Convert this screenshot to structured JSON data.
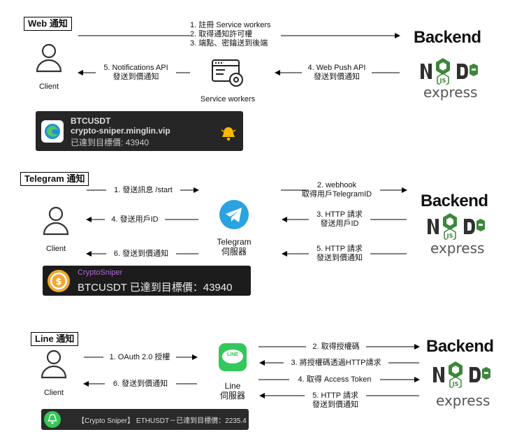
{
  "web": {
    "section_label": "Web 通知",
    "client_label": "Client",
    "step1": [
      "1. 註冊 Service workers",
      "2. 取得通知許可權",
      "3. 端點、密鑰送到後端"
    ],
    "step5": [
      "5. Notifications API",
      "發送到價通知"
    ],
    "step4": [
      "4. Web Push API",
      "發送到價通知"
    ],
    "service_workers_label": "Service workers",
    "backend_title": "Backend",
    "express_label": "express",
    "notification": {
      "title": "BTCUSDT",
      "origin": "crypto-sniper.minglin.vip",
      "message": "已達到目標價: 43940",
      "icon": "edge-browser-icon",
      "bell_icon": "bell-icon"
    }
  },
  "telegram": {
    "section_label": "Telegram 通知",
    "client_label": "Client",
    "step1": "1. 發送訊息 /start",
    "step4": "4. 發送用戶ID",
    "step6": "6. 發送到價通知",
    "step2": [
      "2. webhook",
      "取得用戶TelegramID"
    ],
    "step3": [
      "3. HTTP 請求",
      "發送用戶ID"
    ],
    "step5": [
      "5. HTTP 請求",
      "發送到價通知"
    ],
    "server_label": [
      "Telegram",
      "伺服器"
    ],
    "backend_title": "Backend",
    "express_label": "express",
    "notification": {
      "app_name": "CryptoSniper",
      "message": "BTCUSDT 已達到目標價：43940"
    }
  },
  "line": {
    "section_label": "Line 通知",
    "client_label": "Client",
    "step1": "1. OAuth 2.0 授權",
    "step6": "6. 發送到價通知",
    "step2": "2. 取得授權碼",
    "step3": "3. 將授權碼透過HTTP請求",
    "step4": "4.  取得 Access Token",
    "step5": [
      "5. HTTP 請求",
      "發送到價通知"
    ],
    "server_label": [
      "Line",
      "伺服器"
    ],
    "line_logo_text": "LINE",
    "backend_title": "Backend",
    "express_label": "express",
    "notification": {
      "message": "【Crypto Sniper】 ETHUSDT－已達到目標價：2235.4"
    }
  },
  "colors": {
    "node_green": "#3c873a",
    "node_dark": "#303030",
    "telegram_blue": "#2aa3e0",
    "line_green": "#34c759",
    "notif_bg": "#262626",
    "crypto_purple": "#b366d9"
  }
}
